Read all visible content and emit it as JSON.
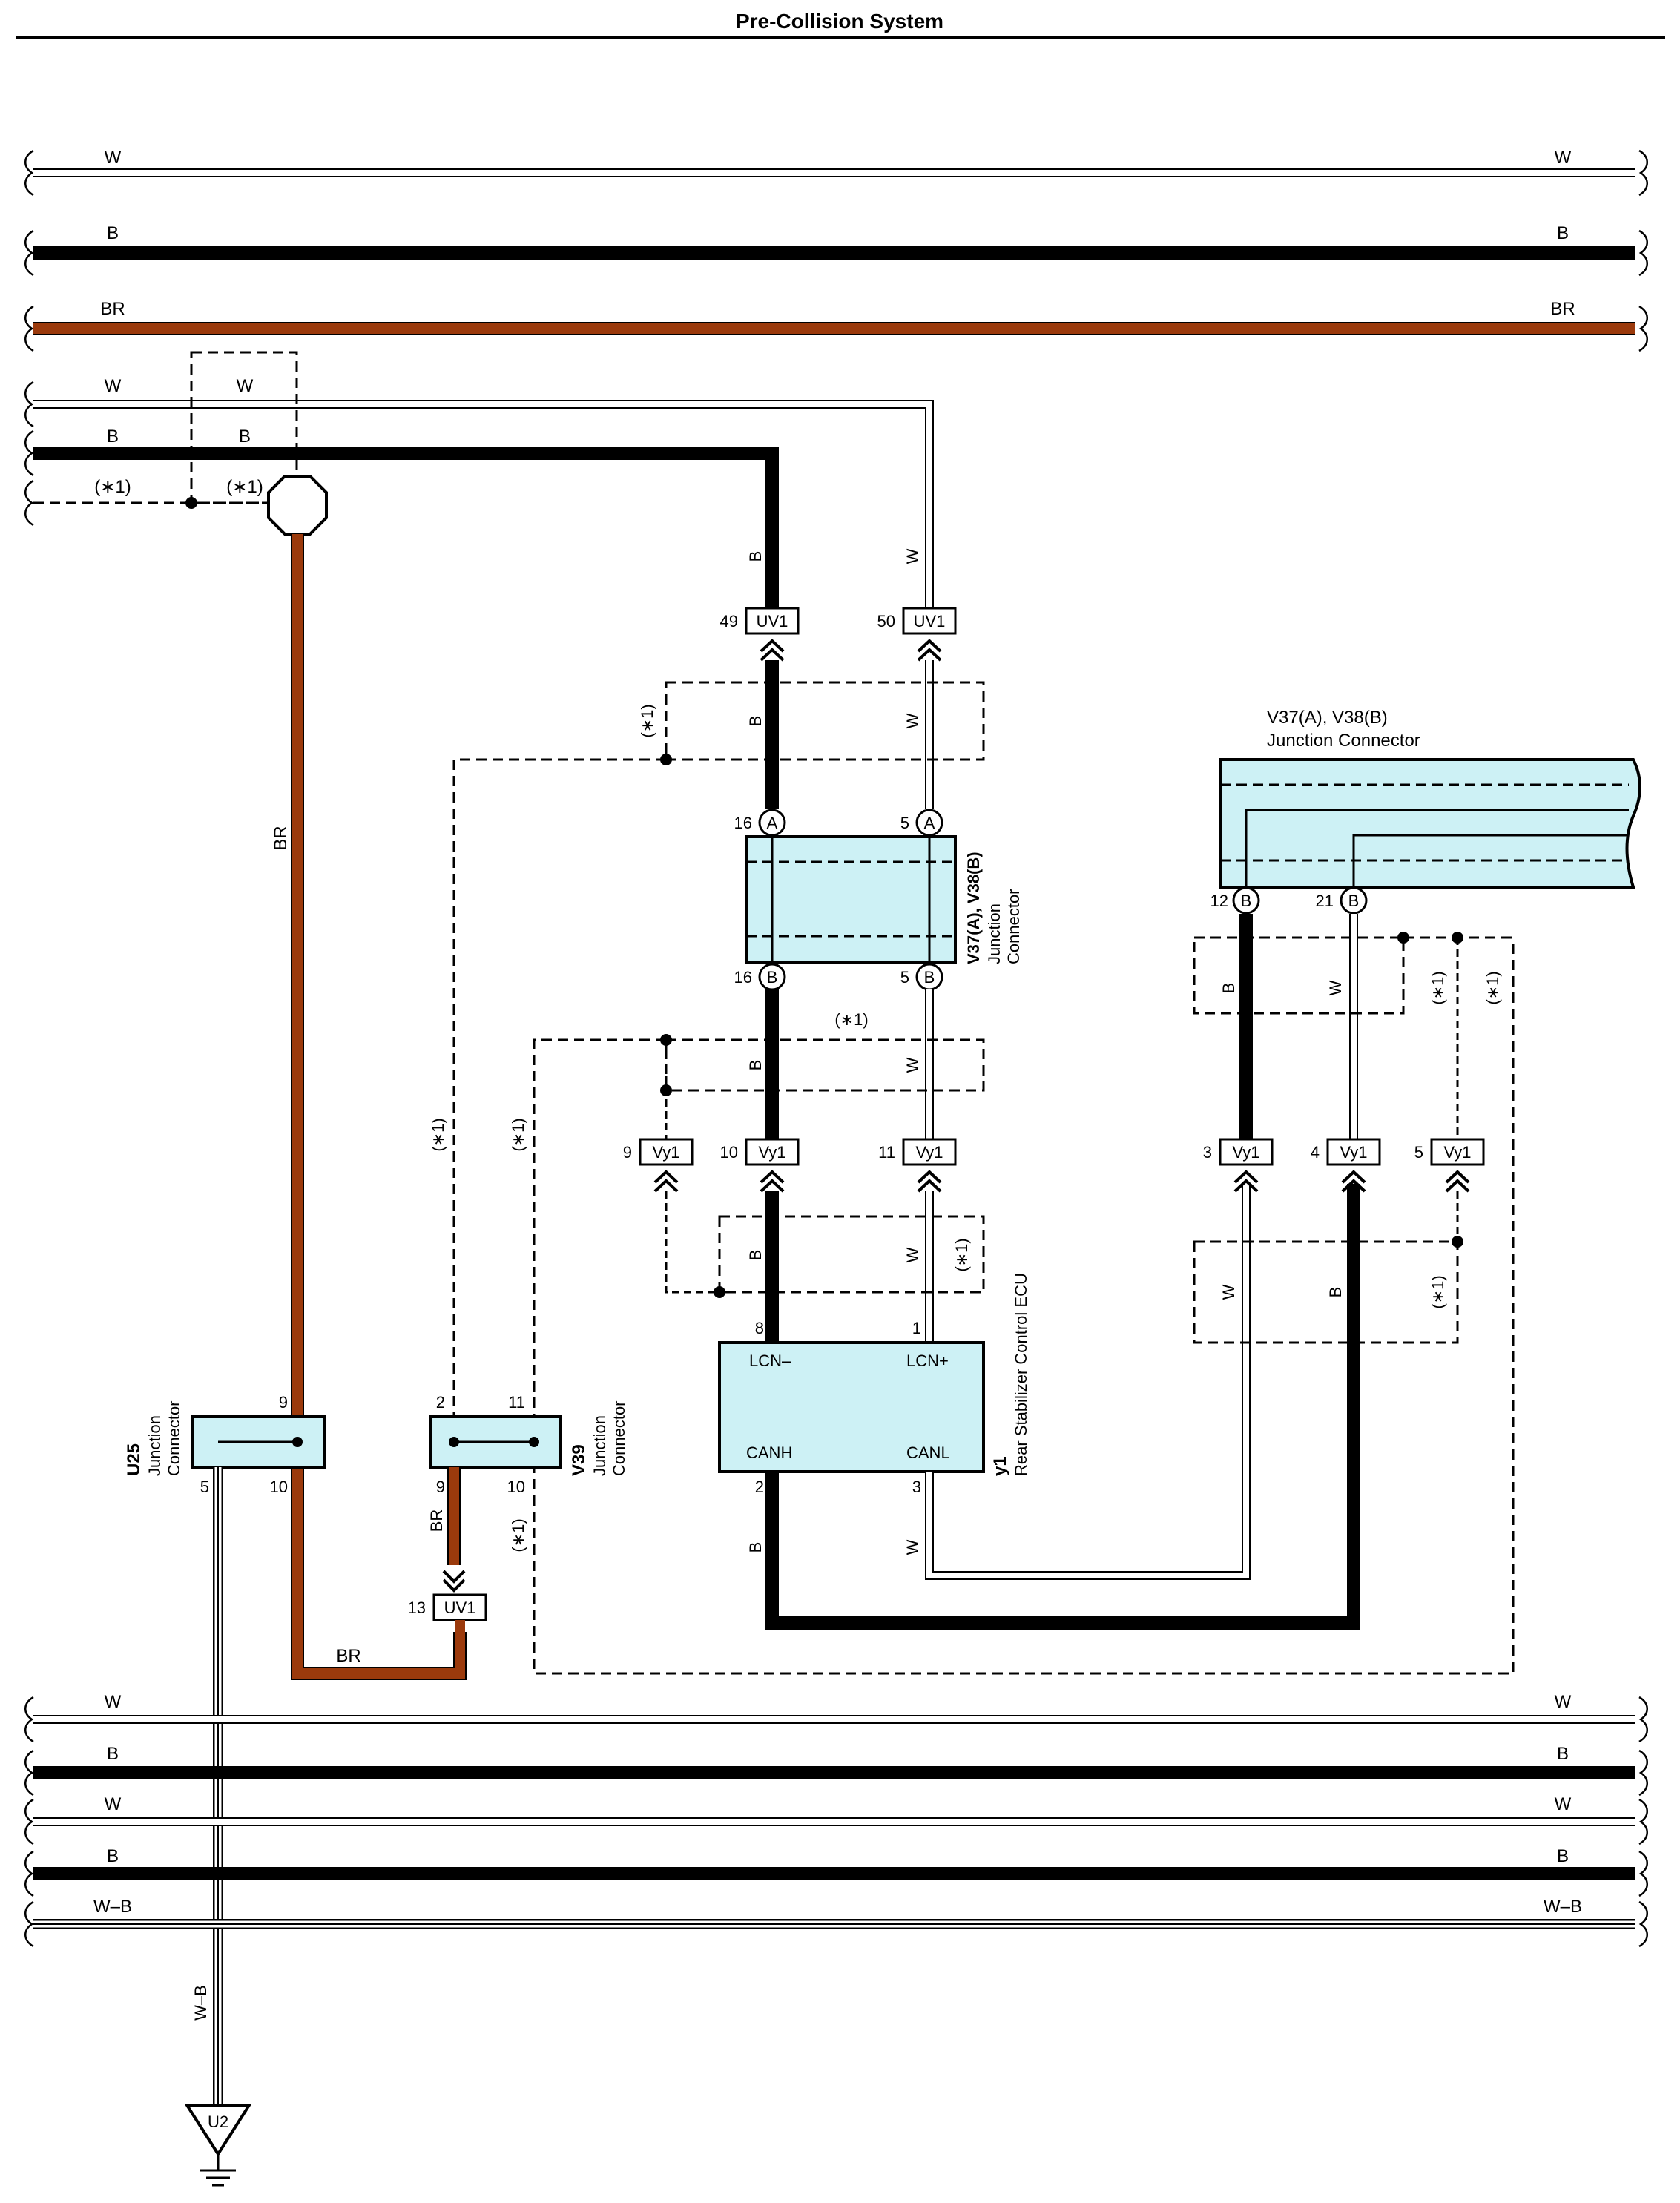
{
  "title": "Pre-Collision System",
  "colors": {
    "B": "#000000",
    "W": "#ffffff",
    "BR": "#9b3a0c",
    "WB": "#ffffff",
    "component_fill": "#cdf1f5"
  },
  "top_bus": [
    {
      "color_left": "W",
      "color_right": "W"
    },
    {
      "color_left": "B",
      "color_right": "B"
    },
    {
      "color_left": "BR",
      "color_right": "BR"
    }
  ],
  "mid_bus": {
    "w": "W",
    "b": "B",
    "opt": "(∗1)",
    "w_inner": "W",
    "b_inner": "B",
    "opt_inner": "(∗1)"
  },
  "bottom_bus": [
    {
      "color_left": "W",
      "color_right": "W"
    },
    {
      "color_left": "B",
      "color_right": "B"
    },
    {
      "color_left": "W",
      "color_right": "W"
    },
    {
      "color_left": "B",
      "color_right": "B"
    },
    {
      "color_left": "W–B",
      "color_right": "W–B"
    }
  ],
  "connectors": {
    "uv1_49": {
      "pin": "49",
      "code": "UV1"
    },
    "uv1_50": {
      "pin": "50",
      "code": "UV1"
    },
    "uv1_13": {
      "pin": "13",
      "code": "UV1"
    },
    "vy1_9": {
      "pin": "9",
      "code": "Vy1"
    },
    "vy1_10": {
      "pin": "10",
      "code": "Vy1"
    },
    "vy1_11": {
      "pin": "11",
      "code": "Vy1"
    },
    "vy1_3": {
      "pin": "3",
      "code": "Vy1"
    },
    "vy1_4": {
      "pin": "4",
      "code": "Vy1"
    },
    "vy1_5": {
      "pin": "5",
      "code": "Vy1"
    }
  },
  "junction_v37_center": {
    "id": "V37(A), V38(B)",
    "name_1": "Junction",
    "name_2": "Connector",
    "pins": {
      "a16": "16",
      "a5": "5",
      "b16": "16",
      "b5": "5"
    },
    "letters": {
      "a": "A",
      "b": "B"
    }
  },
  "junction_v37_right": {
    "id": "V37(A), V38(B)",
    "name": "Junction Connector",
    "pins": {
      "b12": "12",
      "b21": "21"
    },
    "letter": "B"
  },
  "u25": {
    "id": "U25",
    "name_1": "Junction",
    "name_2": "Connector",
    "pin9": "9",
    "pin5": "5",
    "pin10": "10"
  },
  "v39": {
    "id": "V39",
    "name_1": "Junction",
    "name_2": "Connector",
    "pin2": "2",
    "pin11": "11",
    "pin9": "9",
    "pin10": "10"
  },
  "ecu": {
    "id": "y1",
    "name": "Rear Stabilizer Control ECU",
    "lcn_minus": "LCN–",
    "lcn_plus": "LCN+",
    "canh": "CANH",
    "canl": "CANL",
    "pin8": "8",
    "pin1": "1",
    "pin2": "2",
    "pin3": "3"
  },
  "ground": {
    "id": "U2"
  },
  "wire_labels": {
    "b": "B",
    "w": "W",
    "br": "BR",
    "wb": "W–B",
    "opt": "(∗1)"
  }
}
